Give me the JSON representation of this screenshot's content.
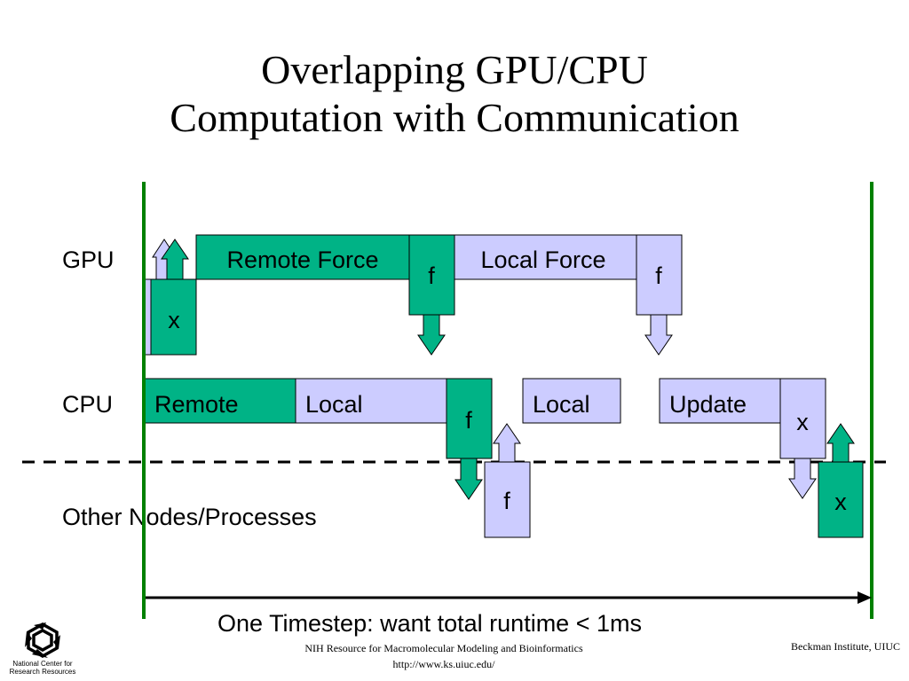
{
  "title": {
    "line1": "Overlapping GPU/CPU",
    "line2": "Computation with Communication"
  },
  "rows": {
    "gpu": "GPU",
    "cpu": "CPU",
    "other": "Other Nodes/Processes"
  },
  "blocks": {
    "gpu_x": "x",
    "gpu_remote_force": "Remote Force",
    "gpu_f1": "f",
    "gpu_local_force": "Local Force",
    "gpu_f2": "f",
    "cpu_remote": "Remote",
    "cpu_local1": "Local",
    "cpu_f": "f",
    "cpu_local2": "Local",
    "cpu_update": "Update",
    "cpu_x": "x",
    "other_f": "f",
    "other_x": "x"
  },
  "timestep_label": "One Timestep: want total runtime < 1ms",
  "footer": {
    "center_line1": "NIH Resource for Macromolecular Modeling and Bioinformatics",
    "center_line2": "http://www.ks.uiuc.edu/",
    "right": "Beckman Institute, UIUC",
    "logo_line1": "National Center for",
    "logo_line2": "Research Resources"
  },
  "colors": {
    "green_fill": "#00b386",
    "lavender_fill": "#ccccff",
    "timeline_green": "#008000",
    "stroke": "#000000"
  }
}
